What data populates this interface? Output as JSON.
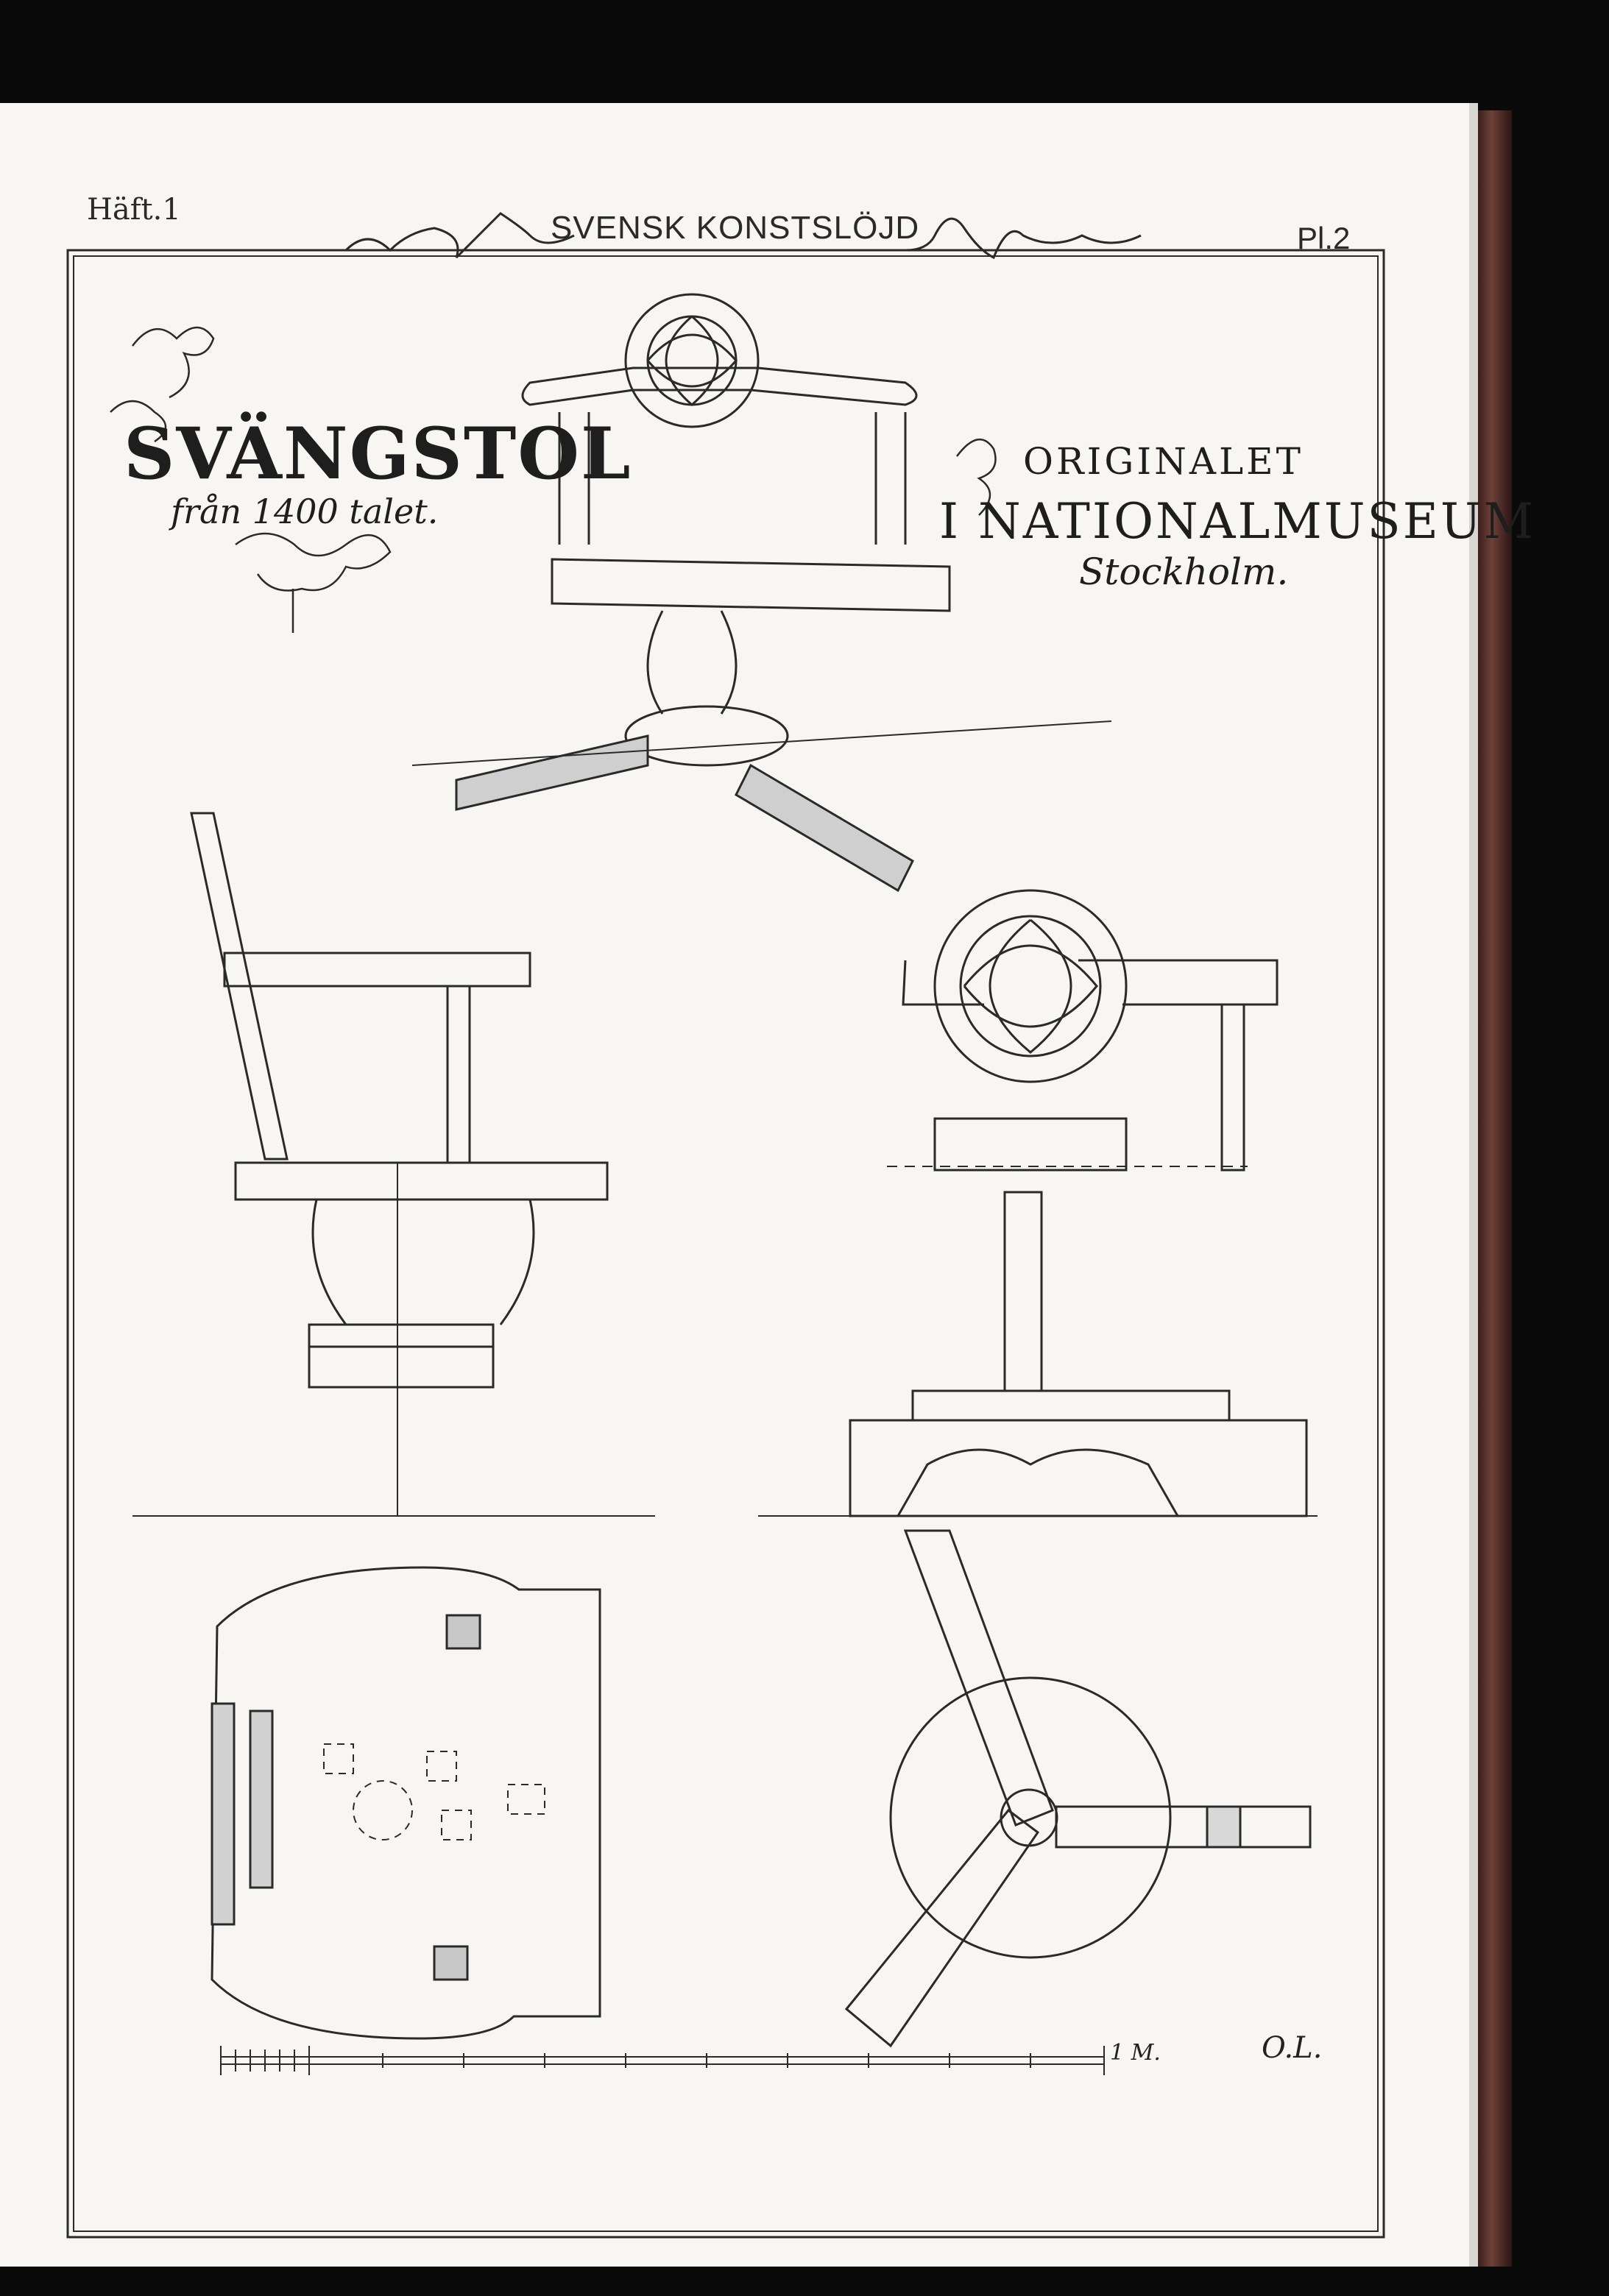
{
  "header": {
    "issue_label": "Häft.1",
    "series_title": "SVENSK KONSTSLÖJD",
    "plate_label": "Pl.2"
  },
  "title_block": {
    "object_name": "SVÄNGSTOL",
    "period": "från 1400 talet."
  },
  "provenance": {
    "line1": "ORIGINALET",
    "line2": "I NATIONALMUSEUM",
    "line3": "Stockholm."
  },
  "scale_bar": {
    "label": "1 M."
  },
  "signature": "O.L.",
  "colors": {
    "paper": "#f7f6f2",
    "ink": "#2a2a2a",
    "scan_background": "#0a0a0a",
    "binding": "#5a3028"
  }
}
